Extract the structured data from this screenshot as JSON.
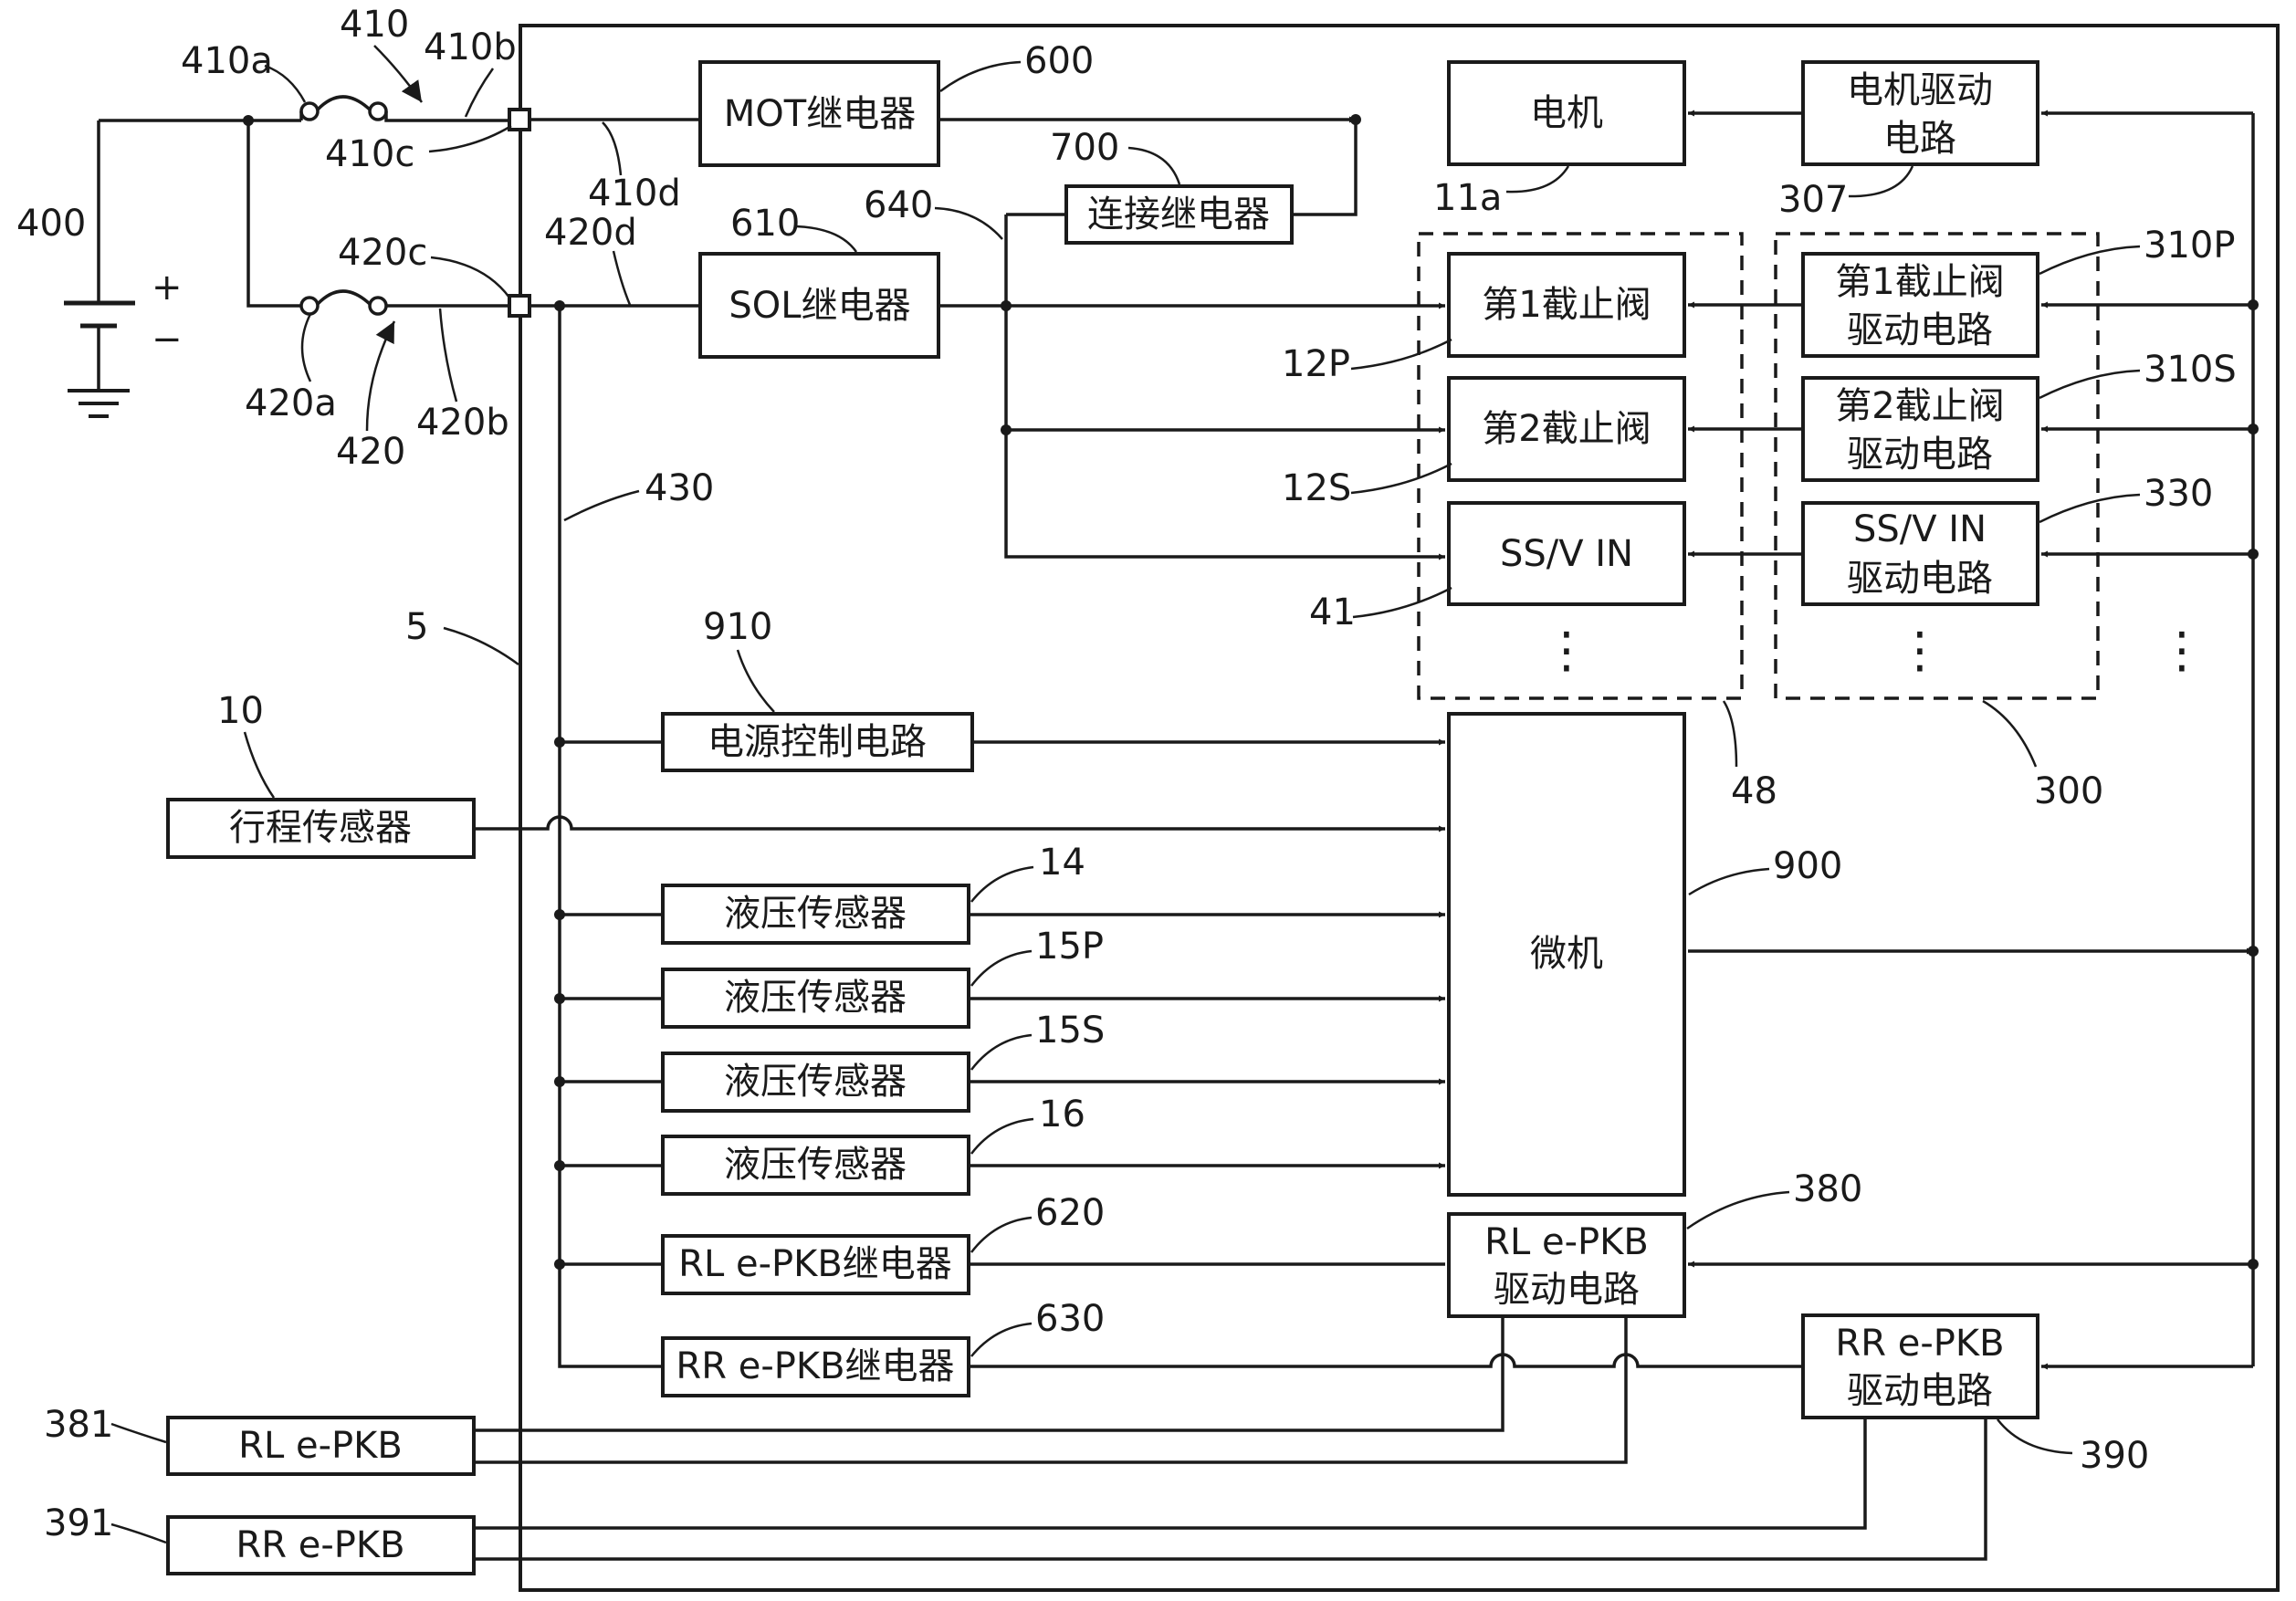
{
  "refs": {
    "r410": "410",
    "r410a": "410a",
    "r410b": "410b",
    "r410c": "410c",
    "r410d": "410d",
    "r400": "400",
    "plus": "+",
    "minus": "−",
    "r420c": "420c",
    "r420d": "420d",
    "r420a": "420a",
    "r420": "420",
    "r420b": "420b",
    "r600": "600",
    "r610": "610",
    "r640": "640",
    "r700": "700",
    "r11a": "11a",
    "r307": "307",
    "r310P": "310P",
    "r310S": "310S",
    "r330": "330",
    "r12P": "12P",
    "r12S": "12S",
    "r41": "41",
    "r48": "48",
    "r300": "300",
    "r430": "430",
    "r5": "5",
    "r910": "910",
    "r10": "10",
    "r900": "900",
    "r14": "14",
    "r15P": "15P",
    "r15S": "15S",
    "r16": "16",
    "r620": "620",
    "r380": "380",
    "r630": "630",
    "r390": "390",
    "r381": "381",
    "r391": "391",
    "vdots": "⋮"
  },
  "blocks": {
    "mot_relay": "MOT继电器",
    "motor": "电机",
    "motor_drive_l1": "电机驱动",
    "motor_drive_l2": "电路",
    "connect_relay": "连接继电器",
    "sol_relay": "SOL继电器",
    "cutoff1": "第1截止阀",
    "cutoff1_drive_l1": "第1截止阀",
    "cutoff1_drive_l2": "驱动电路",
    "cutoff2": "第2截止阀",
    "cutoff2_drive_l1": "第2截止阀",
    "cutoff2_drive_l2": "驱动电路",
    "ssv": "SS/V IN",
    "ssv_drive_l1": "SS/V  IN",
    "ssv_drive_l2": "驱动电路",
    "power_ctrl": "电源控制电路",
    "stroke_sensor": "行程传感器",
    "pressure_14": "液压传感器",
    "pressure_15P": "液压传感器",
    "pressure_15S": "液压传感器",
    "pressure_16": "液压传感器",
    "microcomputer": "微机",
    "rl_relay": "RL  e-PKB继电器",
    "rr_relay": "RR  e-PKB继电器",
    "rl_drive_l1": "RL  e-PKB",
    "rl_drive_l2": "驱动电路",
    "rr_drive_l1": "RR  e-PKB",
    "rr_drive_l2": "驱动电路",
    "rl_epkb": "RL e-PKB",
    "rr_epkb": "RR e-PKB"
  }
}
